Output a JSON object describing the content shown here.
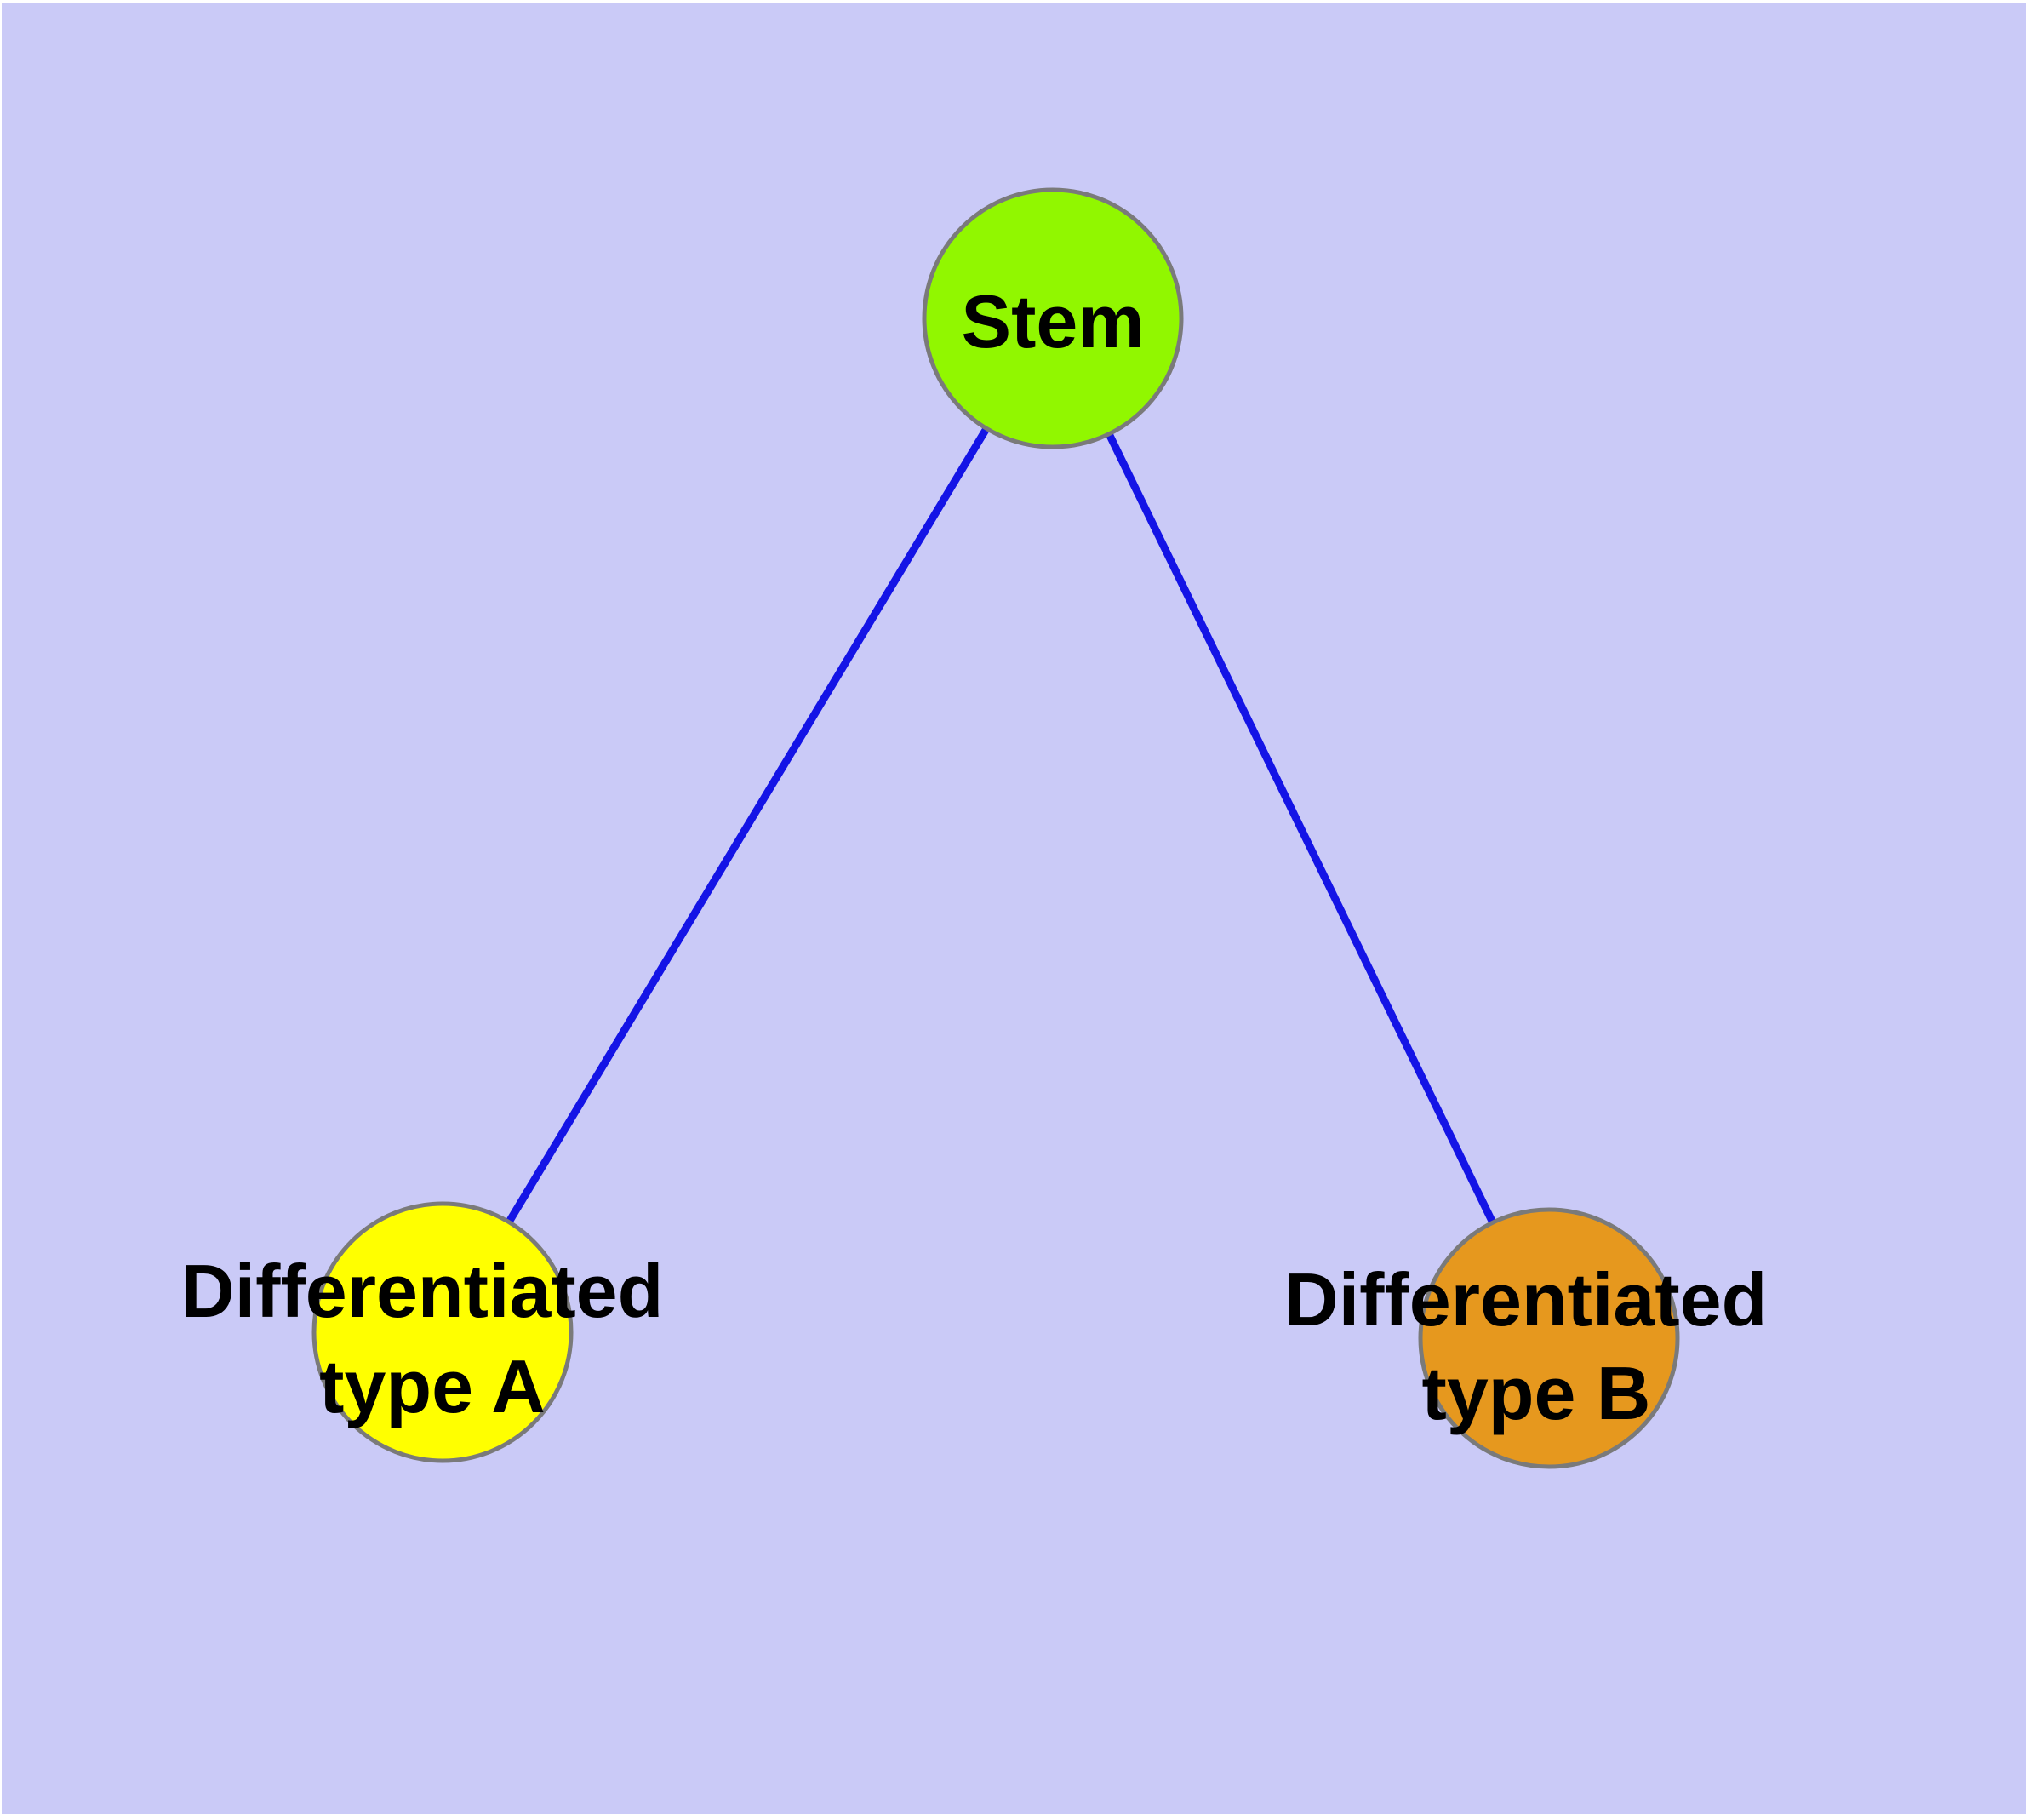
{
  "diagram": {
    "page_background_color": "#FFFFFF",
    "background_color": "#CACAF7",
    "edge_color": "#1414E6",
    "node_border_color": "#7A7A7A",
    "text_color": "#000000",
    "nodes": [
      {
        "id": "stem",
        "label": "Stem",
        "label_line1": "Stem",
        "label_line2": "",
        "fill": "#91F700"
      },
      {
        "id": "differentiated-type-a",
        "label": "Differentiated type A",
        "label_line1": "Differentiated",
        "label_line2": "type A",
        "fill": "#FFFF00"
      },
      {
        "id": "differentiated-type-b",
        "label": "Differentiated type B",
        "label_line1": "Differentiated",
        "label_line2": "type B",
        "fill": "#E6981E"
      }
    ],
    "edges": [
      {
        "from": "stem",
        "to": "differentiated-type-a"
      },
      {
        "from": "stem",
        "to": "differentiated-type-b"
      }
    ]
  }
}
